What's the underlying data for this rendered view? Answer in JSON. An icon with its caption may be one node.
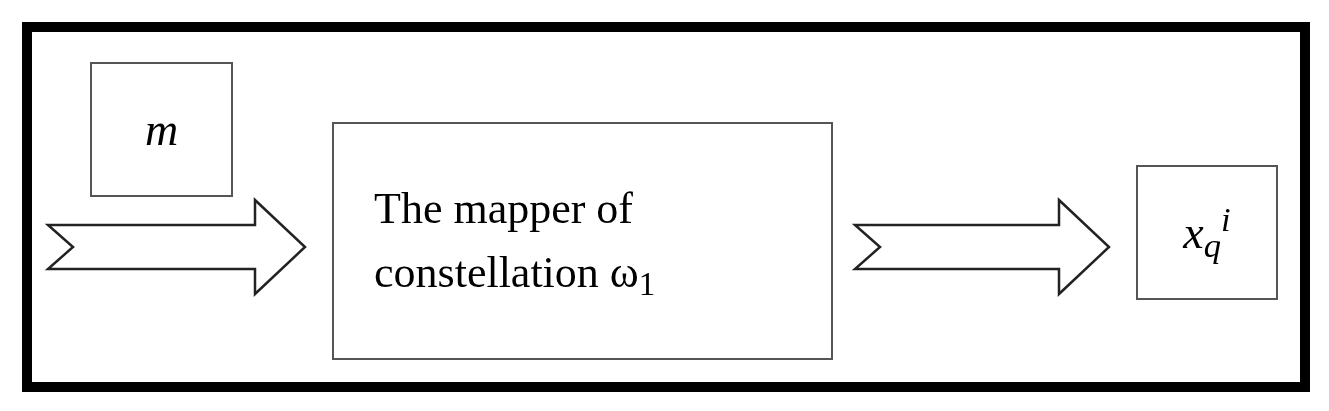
{
  "diagram": {
    "nodes": [
      {
        "text": [
          "m"
        ]
      },
      {
        "text": [
          "The mapper of constellation ω$_{1}$"
        ]
      },
      {
        "text": [
          "x$_{q}$$^{i}$"
        ]
      }
    ],
    "edges": [
      {
        "from": null,
        "to": 1,
        "arrow": "to"
      },
      {
        "from": 1,
        "to": 2,
        "arrow": "to"
      }
    ]
  }
}
